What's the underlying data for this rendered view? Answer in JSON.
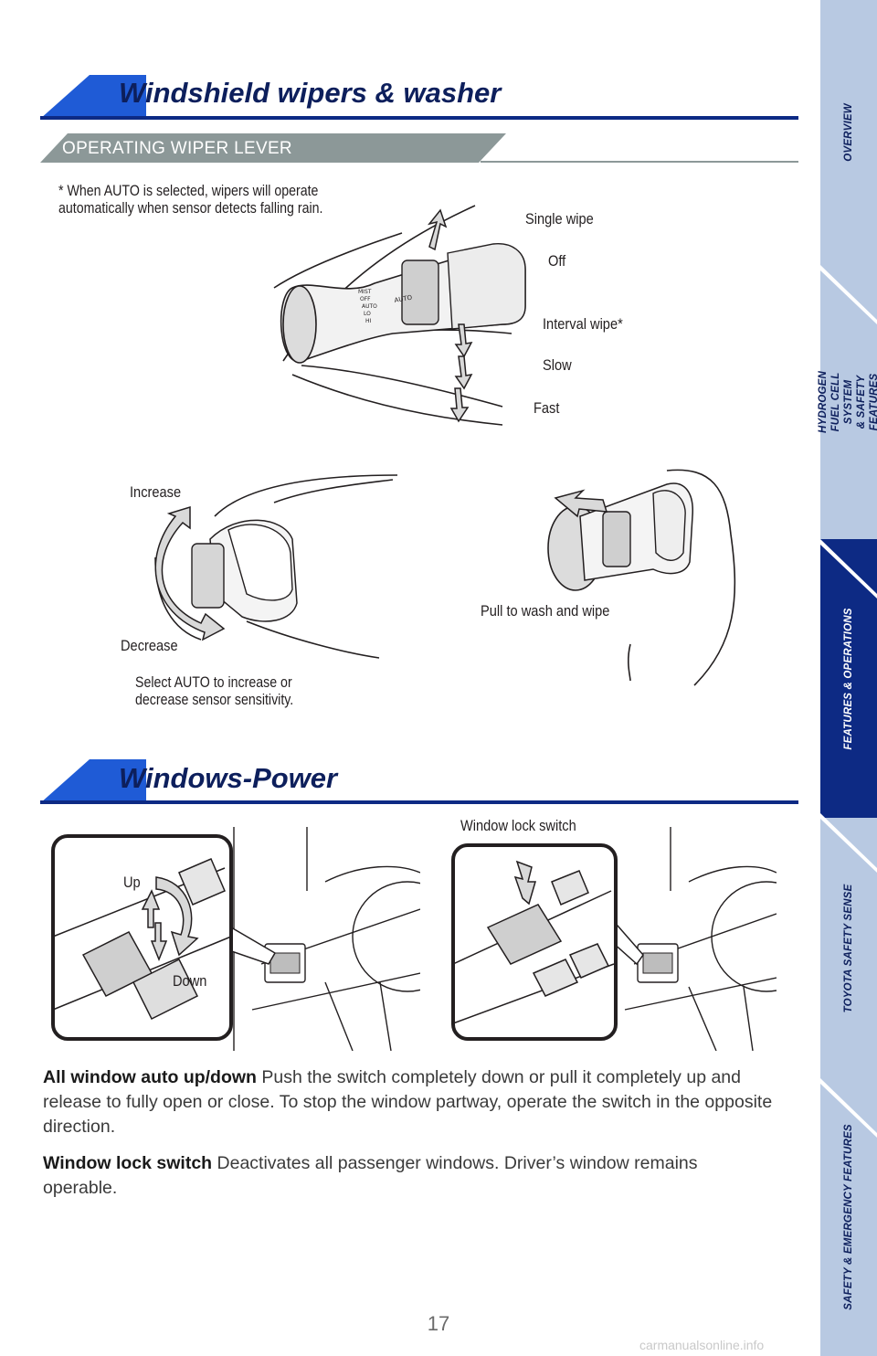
{
  "sidebar": {
    "tabs": [
      {
        "label": "OVERVIEW"
      },
      {
        "label": "HYDROGEN FUEL CELL SYSTEM\n& SAFETY FEATURES"
      },
      {
        "label": "FEATURES & OPERATIONS"
      },
      {
        "label": "TOYOTA SAFETY SENSE"
      },
      {
        "label": "SAFETY & EMERGENCY FEATURES"
      }
    ],
    "active_color": "#0d2a84",
    "inactive_color": "#b8c9e2"
  },
  "wipers": {
    "title": "Windshield wipers & washer",
    "subtitle": "OPERATING WIPER LEVER",
    "note": "* When AUTO is selected, wipers will operate automatically when sensor detects falling rain.",
    "labels": {
      "single_wipe": "Single wipe",
      "off": "Off",
      "interval": "Interval wipe*",
      "slow": "Slow",
      "fast": "Fast",
      "increase": "Increase",
      "decrease": "Decrease",
      "sensitivity": "Select AUTO to increase or decrease sensor sensitivity.",
      "wash": "Pull to wash and wipe"
    },
    "lever_markings": [
      "MIST",
      "OFF",
      "AUTO",
      "LO",
      "HI"
    ],
    "ring_label": "AUTO"
  },
  "windows": {
    "title": "Windows-Power",
    "labels": {
      "up": "Up",
      "down": "Down",
      "lock_switch": "Window lock switch"
    },
    "auto_bold": "All window auto up/down",
    "auto_text": " Push the switch completely down or pull it completely up and release to fully open or close. To stop the window partway, operate the switch in the opposite direction.",
    "lock_bold": "Window lock switch",
    "lock_text": " Deactivates all passenger windows. Driver’s window remains operable."
  },
  "page_number": "17",
  "watermark": "carmanualsonline.info",
  "colors": {
    "navy": "#0d2a84",
    "blue_accent": "#1f5bd6",
    "gray_band": "#8c9898"
  }
}
